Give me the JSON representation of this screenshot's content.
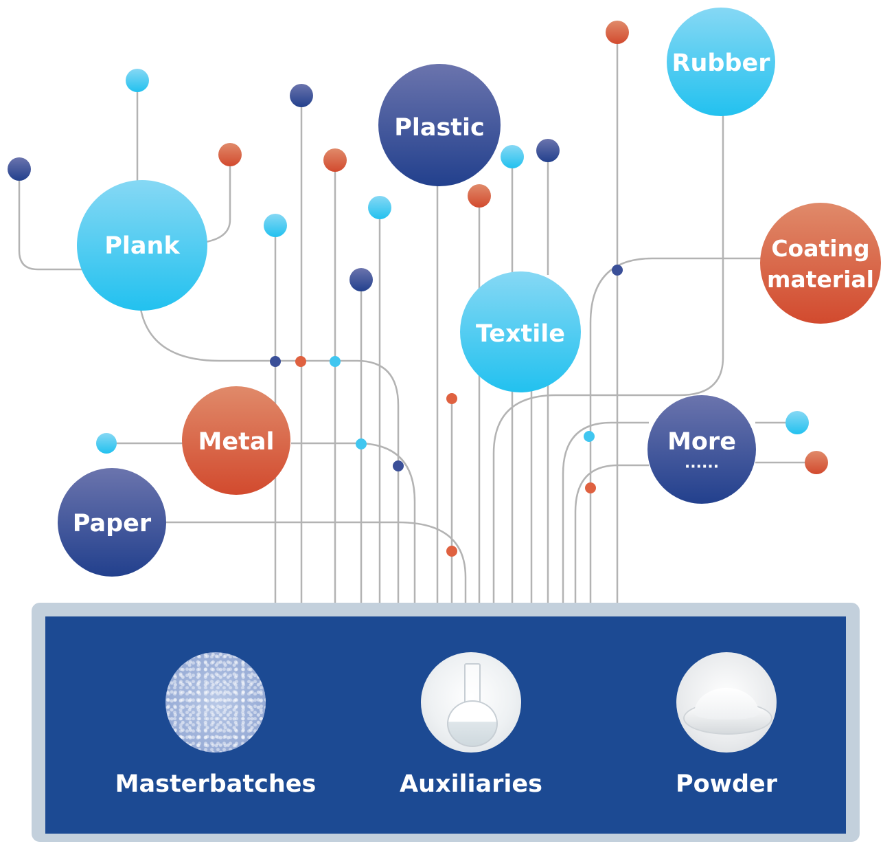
{
  "colors": {
    "line": "#b3b3b3",
    "navy": "#3a4f98",
    "cyan": "#40c6f0",
    "orange": "#df6140",
    "panel": "#1c4a93",
    "frame": "#c3d0dc"
  },
  "applications": {
    "plank": "Plank",
    "plastic": "Plastic",
    "rubber": "Rubber",
    "coating_line1": "Coating",
    "coating_line2": "material",
    "textile": "Textile",
    "metal": "Metal",
    "more": "More",
    "more_dots": "······",
    "paper": "Paper"
  },
  "products": [
    {
      "label": "Masterbatches",
      "photo": "blue-granules-photo"
    },
    {
      "label": "Auxiliaries",
      "photo": "flask-photo"
    },
    {
      "label": "Powder",
      "photo": "white-powder-photo"
    }
  ]
}
